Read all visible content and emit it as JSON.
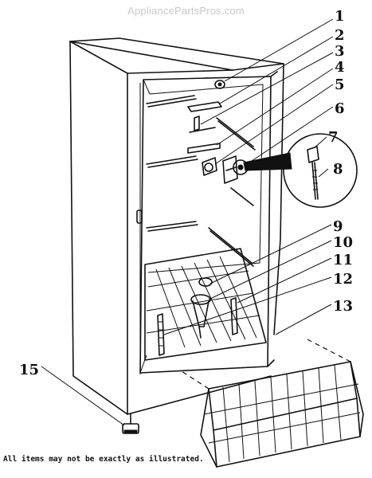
{
  "watermark": "AppliancePartsPros.com",
  "disclaimer": "All items may not be exactly as illustrated.",
  "callouts": [
    "1",
    "2",
    "3",
    "4",
    "5",
    "6",
    "7",
    "8",
    "9",
    "10",
    "11",
    "12",
    "13",
    "15"
  ]
}
